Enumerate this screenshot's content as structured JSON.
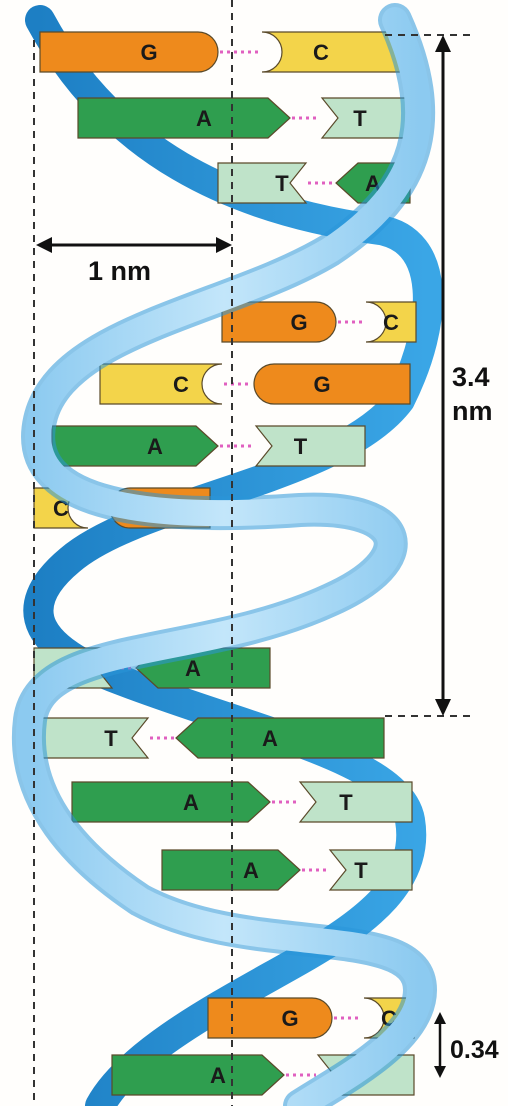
{
  "measurements": {
    "width_label": "1 nm",
    "pitch_value": "3.4",
    "pitch_unit": "nm",
    "rise_label": "0.34"
  },
  "pairs": [
    {
      "left": "G",
      "right": "C"
    },
    {
      "left": "A",
      "right": "T"
    },
    {
      "left": "T",
      "right": "A"
    },
    {
      "left": "G",
      "right": "C"
    },
    {
      "left": "C",
      "right": "G"
    },
    {
      "left": "A",
      "right": "T"
    },
    {
      "left": "C",
      "right": "G"
    },
    {
      "left": "T",
      "right": "A"
    },
    {
      "left": "T",
      "right": "A"
    },
    {
      "left": "A",
      "right": "T"
    },
    {
      "left": "A",
      "right": "T"
    },
    {
      "left": "G",
      "right": "C"
    },
    {
      "left": "A",
      "right": "T"
    }
  ],
  "colors": {
    "G": "#ee8a1c",
    "C": "#f3d44a",
    "A": "#2f9e4f",
    "T": "#bfe3c9",
    "strand_dark": "#2a95d8",
    "strand_light": "#a9d8f5",
    "hbond": "#e060c0"
  }
}
